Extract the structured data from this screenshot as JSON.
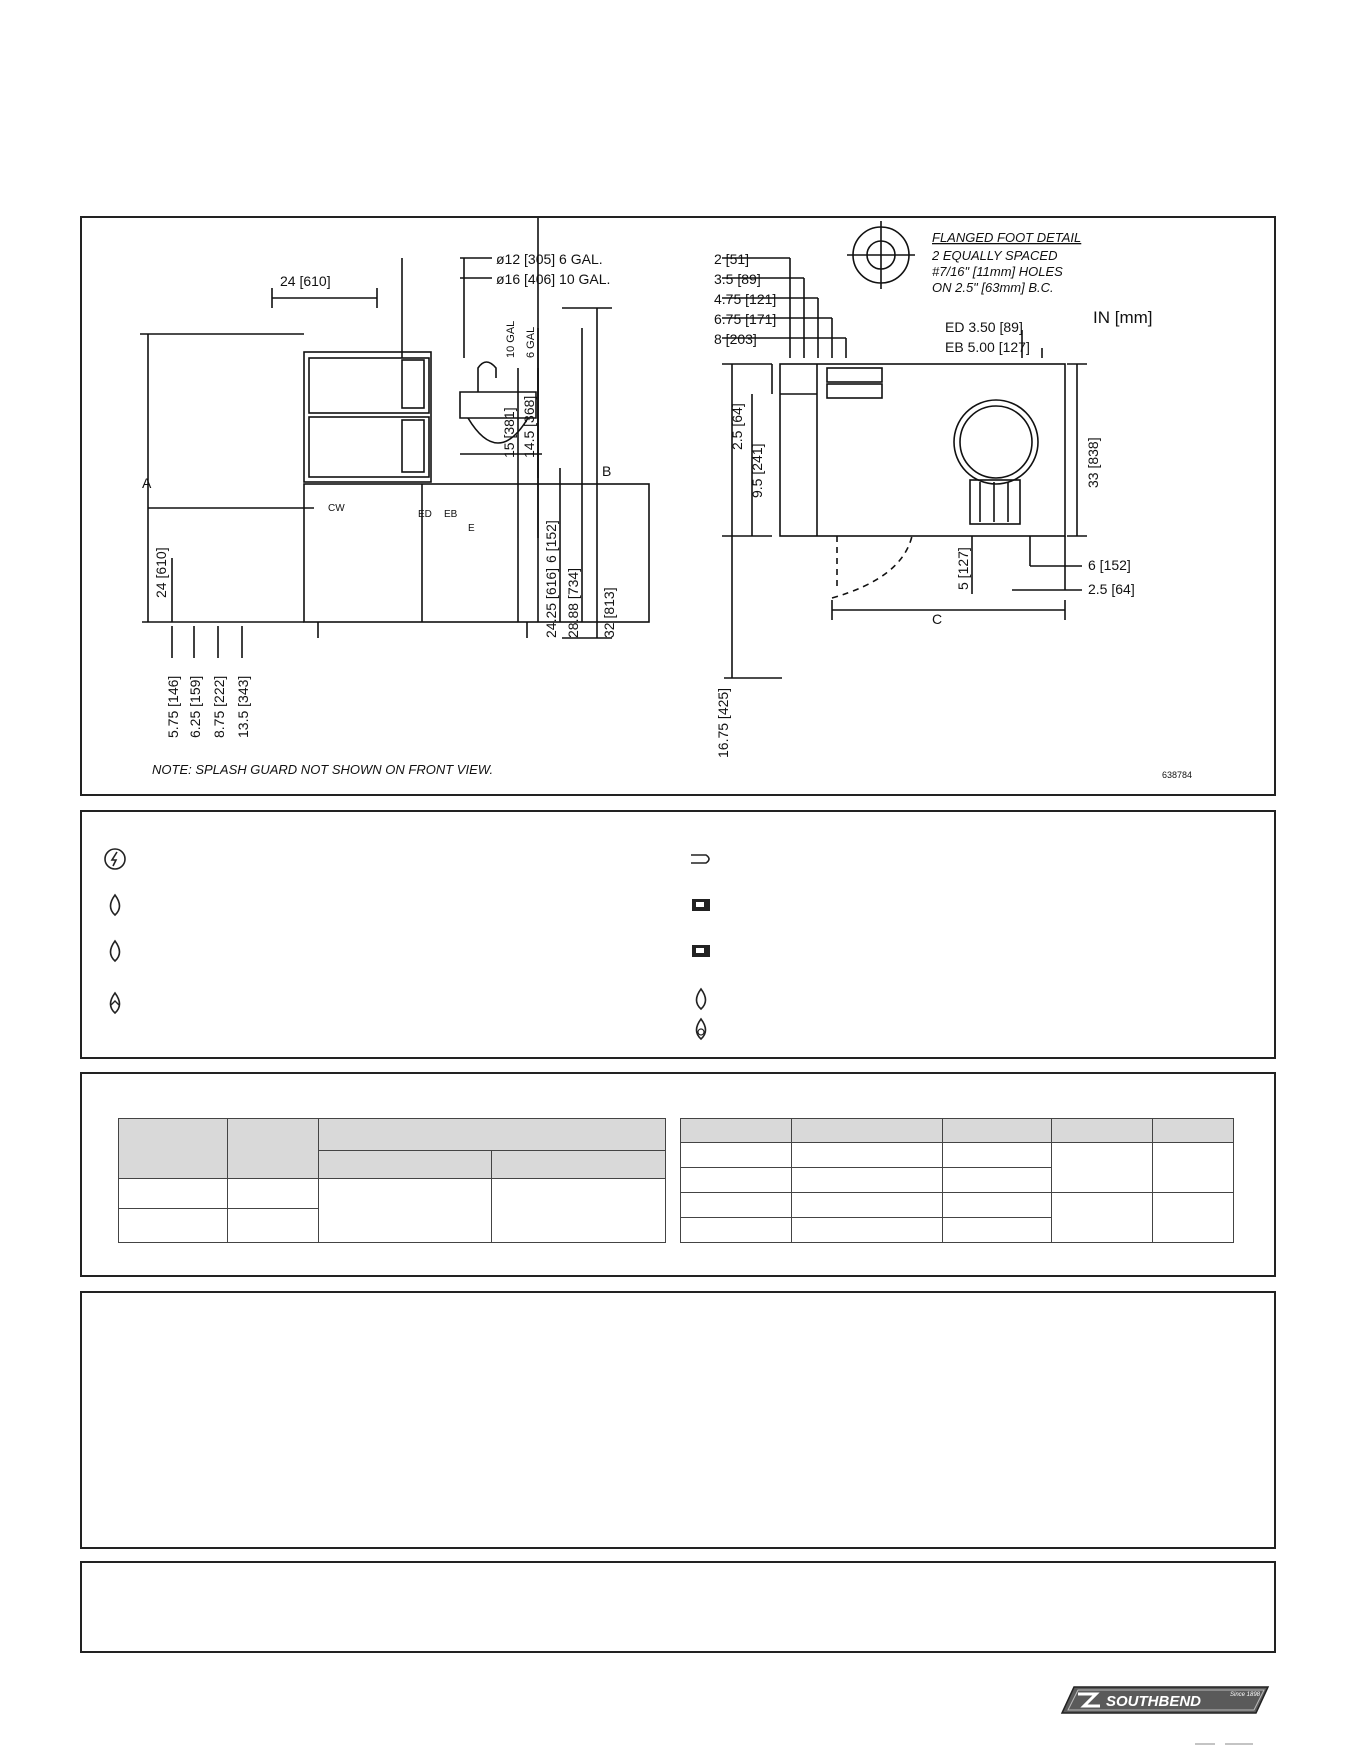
{
  "drawing": {
    "note": "NOTE: SPLASH GUARD NOT SHOWN ON FRONT VIEW.",
    "drawing_code": "638784",
    "units": "IN [mm]",
    "flanged_foot": {
      "title": "FLANGED FOOT DETAIL",
      "line1": "2 EQUALLY SPACED",
      "line2": "#7/16\" [11mm] HOLES",
      "line3": "ON 2.5\" [63mm] B.C."
    },
    "front": {
      "width": "24 [610]",
      "kettle_6": "ø12 [305] 6 GAL.",
      "kettle_10": "ø16 [406] 10 GAL.",
      "label_a": "A",
      "label_b": "B",
      "h_24": "24 [610]",
      "v_15": "15 [381]",
      "v_145": "14.5 [368]",
      "gal_10": "10 GAL",
      "gal_6": "6 GAL",
      "v_6": "6 [152]",
      "v_2425": "24.25 [616]",
      "v_2888": "28.88 [734]",
      "v_32": "32 [813]",
      "b_575": "5.75 [146]",
      "b_625": "6.25 [159]",
      "b_875": "8.75 [222]",
      "b_135": "13.5 [343]",
      "cw": "CW",
      "ed": "ED",
      "eb": "EB",
      "elec": "E"
    },
    "side": {
      "d2": "2 [51]",
      "d35": "3.5 [89]",
      "d475": "4.75 [121]",
      "d675": "6.75 [171]",
      "d8": "8 [203]",
      "ed350": "ED 3.50 [89]",
      "eb500": "EB 5.00 [127]",
      "v25": "2.5 [64]",
      "v95": "9.5 [241]",
      "v33": "33 [838]",
      "v6": "6 [152]",
      "v25b": "2.5 [64]",
      "v5": "5 [127]",
      "v1675": "16.75 [425]",
      "label_c": "C"
    }
  },
  "logo": {
    "brand": "SOUTHBEND",
    "since": "Since 1898"
  }
}
